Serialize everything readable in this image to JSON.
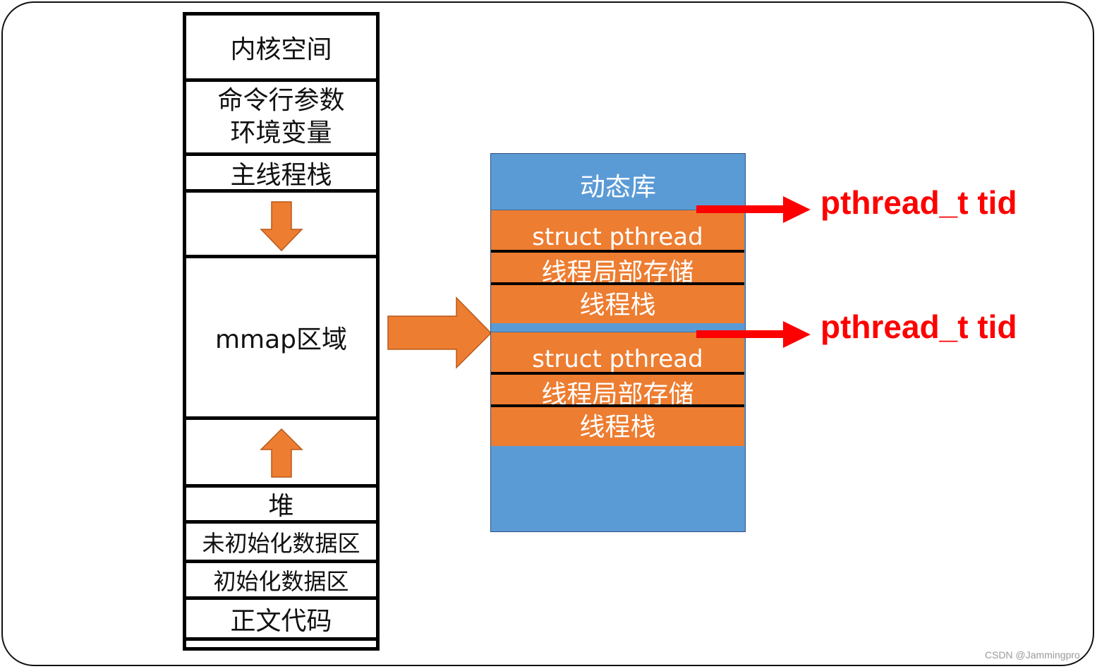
{
  "memory_layout": {
    "kernel_space": "内核空间",
    "args_line1": "命令行参数",
    "args_line2": "环境变量",
    "main_stack": "主线程栈",
    "mmap_region": "mmap区域",
    "heap": "堆",
    "bss": "未初始化数据区",
    "data": "初始化数据区",
    "text": "正文代码"
  },
  "shared_lib": {
    "title": "动态库",
    "thread_blocks": [
      {
        "struct": "struct pthread",
        "tls": "线程局部存储",
        "stack": "线程栈"
      },
      {
        "struct": "struct pthread",
        "tls": "线程局部存储",
        "stack": "线程栈"
      }
    ]
  },
  "pointers": [
    "pthread_t tid",
    "pthread_t tid"
  ],
  "credit": "CSDN @Jammingpro",
  "colors": {
    "orange": "#ed7d31",
    "blue": "#5b9bd5",
    "red": "#ff0000"
  },
  "icons": {
    "stack_growth": "arrow-down",
    "heap_growth": "arrow-up",
    "mmap_link": "arrow-right"
  }
}
